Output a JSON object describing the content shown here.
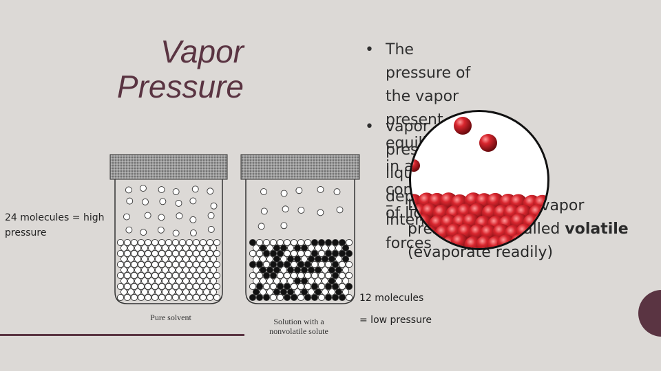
{
  "title": {
    "line1": "Vapor",
    "line2": "Pressure"
  },
  "left_note": {
    "line1": "24 molecules = high",
    "line2": "pressure"
  },
  "bullets": [
    {
      "lines": [
        "The pressure of the vapor",
        "present at equilibrium in a closed",
        "container of liquid"
      ]
    },
    {
      "lines": [
        "vapor pressure of a liquid",
        "depends on intermolecular",
        "forces"
      ]
    }
  ],
  "sub_bullet": {
    "line1": "Liquids with high vapor",
    "line2_prefix": "pressures are called ",
    "line2_bold": "volatile",
    "line3": "(evaporate readily)"
  },
  "right_note": {
    "line1": "12 molecules",
    "line2": "= low pressure"
  },
  "diagram": {
    "label_left": "Pure solvent",
    "label_right_1": "Solution with a",
    "label_right_2": "nonvolatile solute"
  },
  "colors": {
    "accent": "#5a3442",
    "background": "#dcd9d6",
    "molecule_red": "#c0141c"
  }
}
